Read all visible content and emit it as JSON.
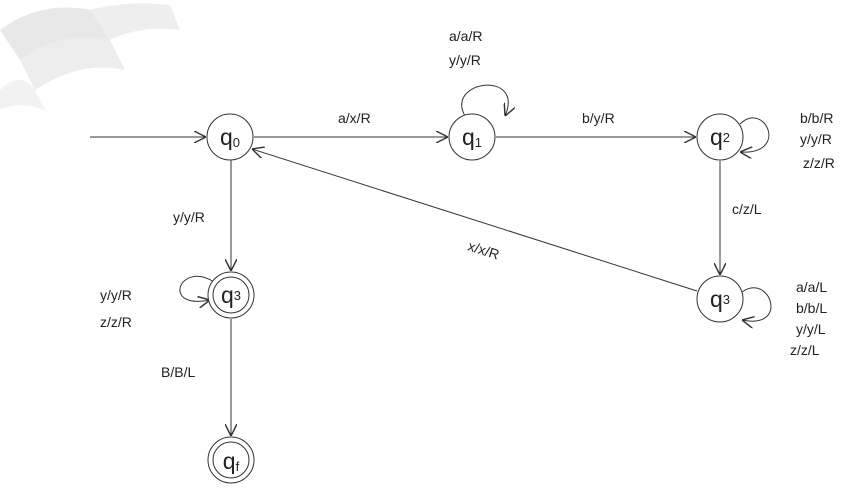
{
  "states": {
    "q0": {
      "main": "q",
      "sub": "0"
    },
    "q1": {
      "main": "q",
      "sub": "1"
    },
    "q2": {
      "main": "q",
      "sub": "2"
    },
    "q3_right": {
      "main": "q",
      "sub": "3"
    },
    "q3_left": {
      "main": "q",
      "sub": "3"
    },
    "qf": {
      "main": "q",
      "sub": "f"
    }
  },
  "transitions": {
    "q0_q1": [
      "a/x/R"
    ],
    "q1_loop": [
      "a/a/R",
      "y/y/R"
    ],
    "q1_q2": [
      "b/y/R"
    ],
    "q2_loop": [
      "b/b/R",
      "y/y/R",
      "z/z/R"
    ],
    "q2_q3": [
      "c/z/L"
    ],
    "q3_loop": [
      "a/a/L",
      "b/b/L",
      "y/y/L",
      "z/z/L"
    ],
    "q3_q0": [
      "x/x/R"
    ],
    "q0_q3left": [
      "y/y/R"
    ],
    "q3left_loop": [
      "y/y/R",
      "z/z/R"
    ],
    "q3left_qf": [
      "B/B/L"
    ]
  },
  "colors": {
    "stroke": "#333333",
    "text": "#222222",
    "watermark": "#e6e6e6"
  }
}
